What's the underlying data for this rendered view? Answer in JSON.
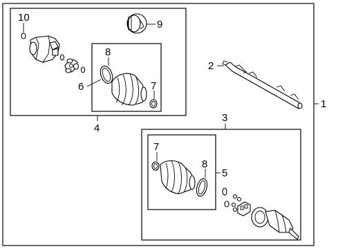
{
  "diagram": {
    "callouts": {
      "c1": "1",
      "c2": "2",
      "c3": "3",
      "c4": "4",
      "c5": "5",
      "c6": "6",
      "c7a": "7",
      "c7b": "7",
      "c8a": "8",
      "c8b": "8",
      "c9": "9",
      "c10": "10"
    }
  }
}
